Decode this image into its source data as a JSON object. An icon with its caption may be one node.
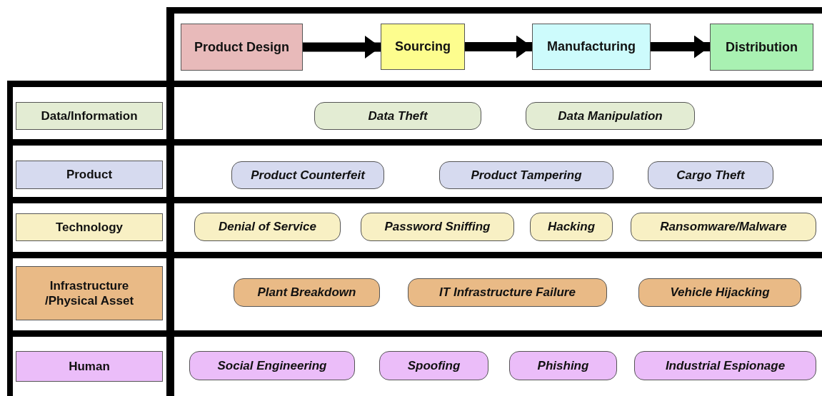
{
  "diagram": {
    "nodes": [
      {
        "text": [
          "Product Design"
        ]
      },
      {
        "text": [
          "Sourcing"
        ]
      },
      {
        "text": [
          "Manufacturing"
        ]
      },
      {
        "text": [
          "Distribution"
        ]
      },
      {
        "text": [
          "Data/Information"
        ]
      },
      {
        "text": [
          "Product"
        ]
      },
      {
        "text": [
          "Technology"
        ]
      },
      {
        "text": [
          "Infrastructure /Physical Asset"
        ]
      },
      {
        "text": [
          "Human"
        ]
      },
      {
        "text": [
          "Data Theft"
        ]
      },
      {
        "text": [
          "Data Manipulation"
        ]
      },
      {
        "text": [
          "Product Counterfeit"
        ]
      },
      {
        "text": [
          "Product Tampering"
        ]
      },
      {
        "text": [
          "Cargo Theft"
        ]
      },
      {
        "text": [
          "Denial of Service"
        ]
      },
      {
        "text": [
          "Password Sniffing"
        ]
      },
      {
        "text": [
          "Hacking"
        ]
      },
      {
        "text": [
          "Ransomware/Malware"
        ]
      },
      {
        "text": [
          "Plant Breakdown"
        ]
      },
      {
        "text": [
          "IT Infrastructure Failure"
        ]
      },
      {
        "text": [
          "Vehicle Hijacking"
        ]
      },
      {
        "text": [
          "Social Engineering"
        ]
      },
      {
        "text": [
          "Spoofing"
        ]
      },
      {
        "text": [
          "Phishing"
        ]
      },
      {
        "text": [
          "Industrial Espionage"
        ]
      }
    ],
    "edges": [
      {
        "from": 0,
        "to": 1,
        "arrow": "to"
      },
      {
        "from": 1,
        "to": 2,
        "arrow": "to"
      },
      {
        "from": 2,
        "to": 3,
        "arrow": "to"
      }
    ]
  }
}
